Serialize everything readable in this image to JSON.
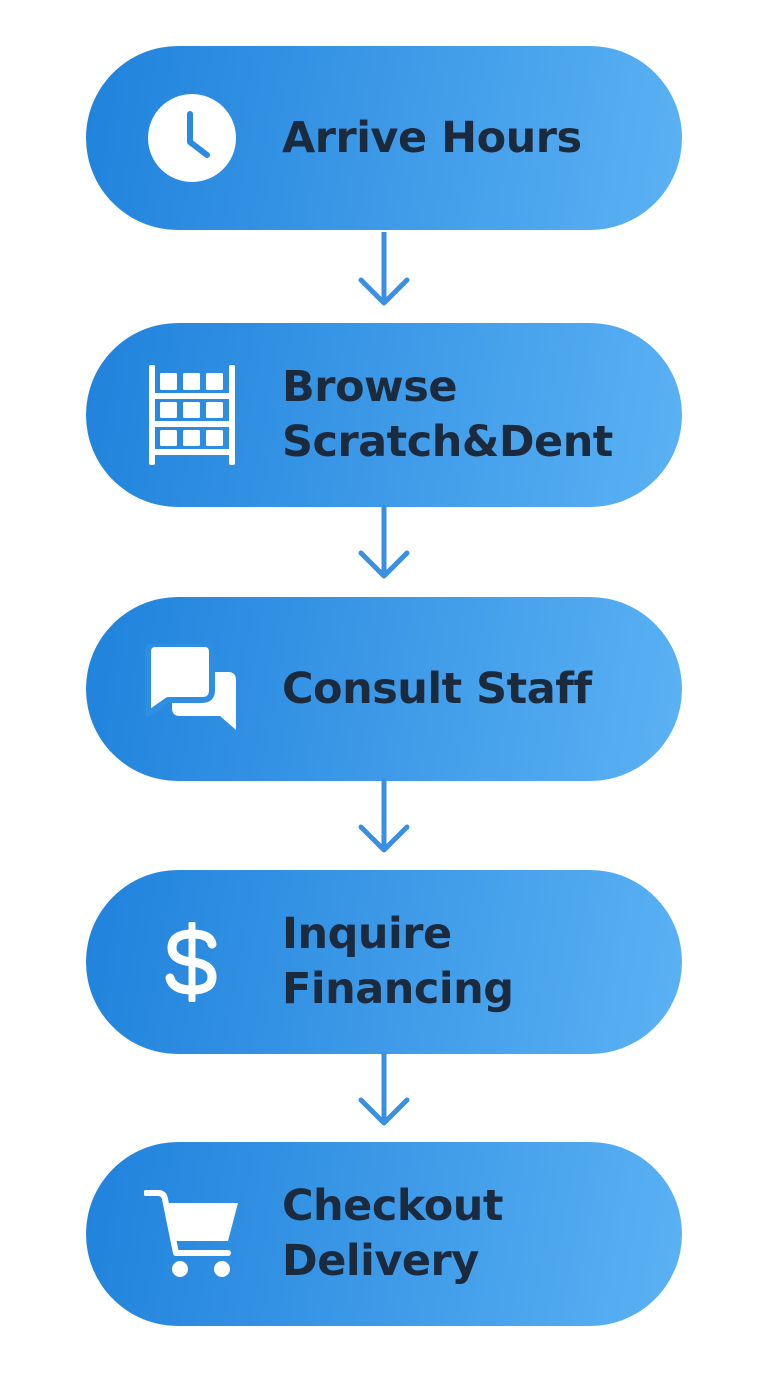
{
  "colors": {
    "pill_start": "#1f82dc",
    "pill_end": "#5bb2f4",
    "text": "#1c2a3d",
    "icon": "#ffffff",
    "arrow": "#3a8fe0",
    "background": "#ffffff"
  },
  "steps": [
    {
      "icon": "clock-icon",
      "lines": [
        "Arrive Hours"
      ]
    },
    {
      "icon": "shelves-icon",
      "lines": [
        "Browse",
        "Scratch&Dent"
      ]
    },
    {
      "icon": "chat-bubbles-icon",
      "lines": [
        "Consult Staff"
      ]
    },
    {
      "icon": "dollar-icon",
      "lines": [
        "Inquire",
        "Financing"
      ]
    },
    {
      "icon": "shopping-cart-icon",
      "lines": [
        "Checkout",
        "Delivery"
      ]
    }
  ]
}
